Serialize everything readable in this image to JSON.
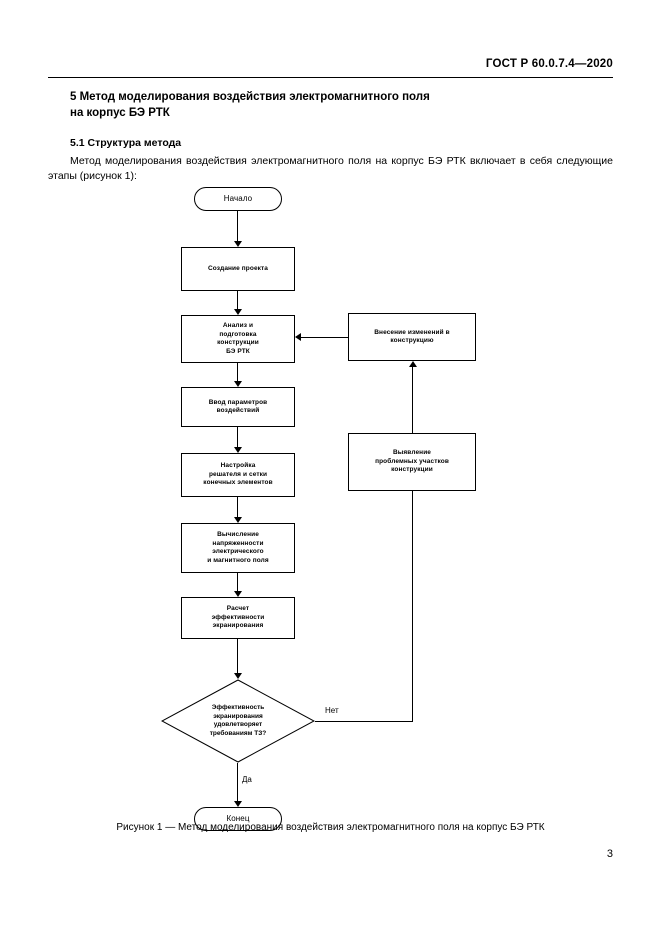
{
  "header": {
    "standard": "ГОСТ Р 60.0.7.4—2020"
  },
  "section": {
    "title": "5 Метод моделирования воздействия электромагнитного поля\nна корпус БЭ РТК",
    "subtitle": "5.1  Структура метода",
    "paragraph": "Метод моделирования воздействия электромагнитного поля на корпус БЭ РТК включает в себя следующие этапы (рисунок 1):"
  },
  "figure": {
    "caption": "Рисунок 1 — Метод моделирования воздействия электромагнитного поля на корпус БЭ РТК",
    "nodes": {
      "start": "Начало",
      "create_project": "Создание проекта",
      "analysis": "Анализ и\nподготовка\nконструкции\nБЭ РТК",
      "input_params": "Ввод параметров\nвоздействий",
      "solver_setup": "Настройка\nрешателя и сетки\nконечных элементов",
      "field_calc": "Вычисление\nнапряженности\nэлектрического\nи магнитного поля",
      "shield_calc": "Расчет\nэффективности\nэкранирования",
      "decision": "Эффективность\nэкранирования\nудовлетворяет\nтребованиям ТЗ?",
      "problem_areas": "Выявление\nпроблемных участков\nконструкции",
      "changes": "Внесение изменений в\nконструкцию",
      "end": "Конец"
    },
    "edge_labels": {
      "no": "Нет",
      "yes": "Да"
    }
  },
  "footer": {
    "page_number": "3"
  }
}
